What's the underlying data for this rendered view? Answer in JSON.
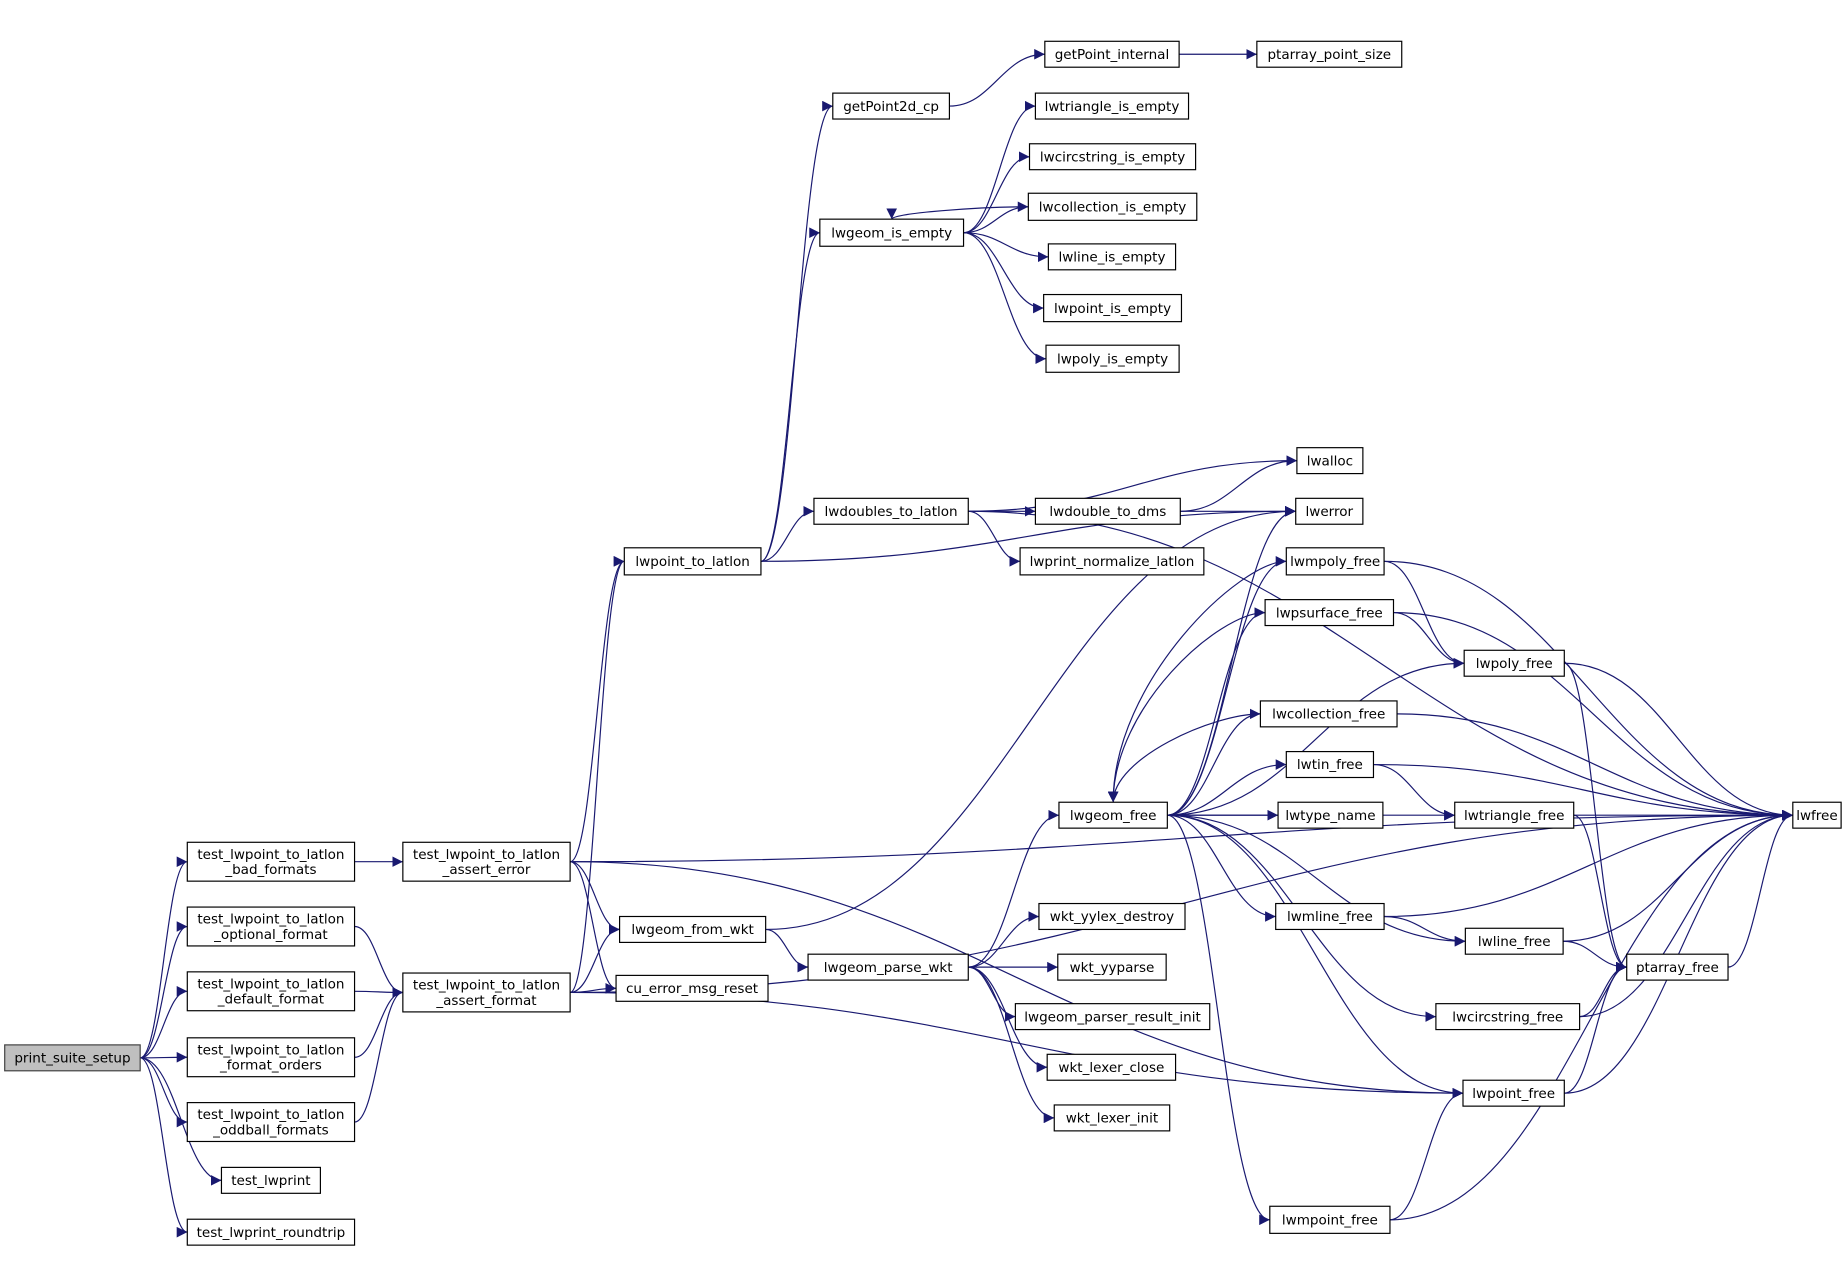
{
  "colors": {
    "edge": "#191970",
    "root_fill": "#bfbfbf",
    "node_fill": "#ffffff"
  },
  "nodes": [
    {
      "id": "print_suite_setup",
      "lines": [
        "print_suite_setup"
      ],
      "root": true
    },
    {
      "id": "bad_formats",
      "lines": [
        "test_lwpoint_to_latlon",
        "_bad_formats"
      ]
    },
    {
      "id": "optional_format",
      "lines": [
        "test_lwpoint_to_latlon",
        "_optional_format"
      ]
    },
    {
      "id": "default_format",
      "lines": [
        "test_lwpoint_to_latlon",
        "_default_format"
      ]
    },
    {
      "id": "format_orders",
      "lines": [
        "test_lwpoint_to_latlon",
        "_format_orders"
      ]
    },
    {
      "id": "oddball_formats",
      "lines": [
        "test_lwpoint_to_latlon",
        "_oddball_formats"
      ]
    },
    {
      "id": "test_lwprint",
      "lines": [
        "test_lwprint"
      ]
    },
    {
      "id": "test_lwprint_roundtrip",
      "lines": [
        "test_lwprint_roundtrip"
      ]
    },
    {
      "id": "assert_error",
      "lines": [
        "test_lwpoint_to_latlon",
        "_assert_error"
      ]
    },
    {
      "id": "assert_format",
      "lines": [
        "test_lwpoint_to_latlon",
        "_assert_format"
      ]
    },
    {
      "id": "lwpoint_to_latlon",
      "lines": [
        "lwpoint_to_latlon"
      ]
    },
    {
      "id": "lwgeom_from_wkt",
      "lines": [
        "lwgeom_from_wkt"
      ]
    },
    {
      "id": "cu_error_msg_reset",
      "lines": [
        "cu_error_msg_reset"
      ]
    },
    {
      "id": "getPoint2d_cp",
      "lines": [
        "getPoint2d_cp"
      ]
    },
    {
      "id": "getPoint_internal",
      "lines": [
        "getPoint_internal"
      ]
    },
    {
      "id": "ptarray_point_size",
      "lines": [
        "ptarray_point_size"
      ]
    },
    {
      "id": "lwtriangle_is_empty",
      "lines": [
        "lwtriangle_is_empty"
      ]
    },
    {
      "id": "lwcircstring_is_empty",
      "lines": [
        "lwcircstring_is_empty"
      ]
    },
    {
      "id": "lwcollection_is_empty",
      "lines": [
        "lwcollection_is_empty"
      ]
    },
    {
      "id": "lwgeom_is_empty",
      "lines": [
        "lwgeom_is_empty"
      ]
    },
    {
      "id": "lwline_is_empty",
      "lines": [
        "lwline_is_empty"
      ]
    },
    {
      "id": "lwpoint_is_empty",
      "lines": [
        "lwpoint_is_empty"
      ]
    },
    {
      "id": "lwpoly_is_empty",
      "lines": [
        "lwpoly_is_empty"
      ]
    },
    {
      "id": "lwdoubles_to_latlon",
      "lines": [
        "lwdoubles_to_latlon"
      ]
    },
    {
      "id": "lwalloc",
      "lines": [
        "lwalloc"
      ]
    },
    {
      "id": "lwdouble_to_dms",
      "lines": [
        "lwdouble_to_dms"
      ]
    },
    {
      "id": "lwerror",
      "lines": [
        "lwerror"
      ]
    },
    {
      "id": "lwprint_normalize_latlon",
      "lines": [
        "lwprint_normalize_latlon"
      ]
    },
    {
      "id": "lwmpoly_free",
      "lines": [
        "lwmpoly_free"
      ]
    },
    {
      "id": "lwpsurface_free",
      "lines": [
        "lwpsurface_free"
      ]
    },
    {
      "id": "lwpoly_free",
      "lines": [
        "lwpoly_free"
      ]
    },
    {
      "id": "lwcollection_free",
      "lines": [
        "lwcollection_free"
      ]
    },
    {
      "id": "lwtin_free",
      "lines": [
        "lwtin_free"
      ]
    },
    {
      "id": "lwgeom_free",
      "lines": [
        "lwgeom_free"
      ]
    },
    {
      "id": "lwtype_name",
      "lines": [
        "lwtype_name"
      ]
    },
    {
      "id": "lwtriangle_free",
      "lines": [
        "lwtriangle_free"
      ]
    },
    {
      "id": "lwfree",
      "lines": [
        "lwfree"
      ]
    },
    {
      "id": "lwmline_free",
      "lines": [
        "lwmline_free"
      ]
    },
    {
      "id": "lwline_free",
      "lines": [
        "lwline_free"
      ]
    },
    {
      "id": "ptarray_free",
      "lines": [
        "ptarray_free"
      ]
    },
    {
      "id": "lwcircstring_free",
      "lines": [
        "lwcircstring_free"
      ]
    },
    {
      "id": "lwpoint_free",
      "lines": [
        "lwpoint_free"
      ]
    },
    {
      "id": "lwmpoint_free",
      "lines": [
        "lwmpoint_free"
      ]
    },
    {
      "id": "lwgeom_parse_wkt",
      "lines": [
        "lwgeom_parse_wkt"
      ]
    },
    {
      "id": "wkt_yylex_destroy",
      "lines": [
        "wkt_yylex_destroy"
      ]
    },
    {
      "id": "wkt_yyparse",
      "lines": [
        "wkt_yyparse"
      ]
    },
    {
      "id": "lwgeom_parser_result_init",
      "lines": [
        "lwgeom_parser_result_init"
      ]
    },
    {
      "id": "wkt_lexer_close",
      "lines": [
        "wkt_lexer_close"
      ]
    },
    {
      "id": "wkt_lexer_init",
      "lines": [
        "wkt_lexer_init"
      ]
    }
  ],
  "edges": [
    [
      "print_suite_setup",
      "bad_formats"
    ],
    [
      "print_suite_setup",
      "optional_format"
    ],
    [
      "print_suite_setup",
      "default_format"
    ],
    [
      "print_suite_setup",
      "format_orders"
    ],
    [
      "print_suite_setup",
      "oddball_formats"
    ],
    [
      "print_suite_setup",
      "test_lwprint"
    ],
    [
      "print_suite_setup",
      "test_lwprint_roundtrip"
    ],
    [
      "bad_formats",
      "assert_error"
    ],
    [
      "optional_format",
      "assert_format"
    ],
    [
      "default_format",
      "assert_format"
    ],
    [
      "format_orders",
      "assert_format"
    ],
    [
      "oddball_formats",
      "assert_format"
    ],
    [
      "assert_error",
      "lwfree"
    ],
    [
      "assert_error",
      "lwpoint_to_latlon"
    ],
    [
      "assert_error",
      "lwgeom_from_wkt"
    ],
    [
      "assert_error",
      "cu_error_msg_reset"
    ],
    [
      "assert_error",
      "lwpoint_free"
    ],
    [
      "assert_format",
      "lwpoint_to_latlon"
    ],
    [
      "assert_format",
      "lwgeom_from_wkt"
    ],
    [
      "assert_format",
      "cu_error_msg_reset"
    ],
    [
      "assert_format",
      "lwpoint_free"
    ],
    [
      "assert_format",
      "lwfree"
    ],
    [
      "lwpoint_to_latlon",
      "getPoint2d_cp"
    ],
    [
      "lwpoint_to_latlon",
      "lwgeom_is_empty"
    ],
    [
      "lwpoint_to_latlon",
      "lwdoubles_to_latlon"
    ],
    [
      "lwpoint_to_latlon",
      "lwerror"
    ],
    [
      "getPoint2d_cp",
      "getPoint_internal"
    ],
    [
      "getPoint_internal",
      "ptarray_point_size"
    ],
    [
      "lwgeom_is_empty",
      "lwtriangle_is_empty"
    ],
    [
      "lwgeom_is_empty",
      "lwcircstring_is_empty"
    ],
    [
      "lwgeom_is_empty",
      "lwcollection_is_empty"
    ],
    [
      "lwgeom_is_empty",
      "lwline_is_empty"
    ],
    [
      "lwgeom_is_empty",
      "lwpoint_is_empty"
    ],
    [
      "lwgeom_is_empty",
      "lwpoly_is_empty"
    ],
    [
      "lwcollection_is_empty",
      "lwgeom_is_empty"
    ],
    [
      "lwdoubles_to_latlon",
      "lwfree"
    ],
    [
      "lwdoubles_to_latlon",
      "lwalloc"
    ],
    [
      "lwdoubles_to_latlon",
      "lwdouble_to_dms"
    ],
    [
      "lwdoubles_to_latlon",
      "lwprint_normalize_latlon"
    ],
    [
      "lwdouble_to_dms",
      "lwalloc"
    ],
    [
      "lwdouble_to_dms",
      "lwerror"
    ],
    [
      "lwgeom_from_wkt",
      "lwerror"
    ],
    [
      "lwgeom_from_wkt",
      "lwgeom_parse_wkt"
    ],
    [
      "lwgeom_parse_wkt",
      "lwgeom_free"
    ],
    [
      "lwgeom_parse_wkt",
      "wkt_yylex_destroy"
    ],
    [
      "lwgeom_parse_wkt",
      "wkt_yyparse"
    ],
    [
      "lwgeom_parse_wkt",
      "lwgeom_parser_result_init"
    ],
    [
      "lwgeom_parse_wkt",
      "wkt_lexer_close"
    ],
    [
      "lwgeom_parse_wkt",
      "wkt_lexer_init"
    ],
    [
      "lwgeom_free",
      "lwerror"
    ],
    [
      "lwgeom_free",
      "lwmpoly_free"
    ],
    [
      "lwgeom_free",
      "lwpsurface_free"
    ],
    [
      "lwgeom_free",
      "lwpoly_free"
    ],
    [
      "lwgeom_free",
      "lwcollection_free"
    ],
    [
      "lwgeom_free",
      "lwtin_free"
    ],
    [
      "lwgeom_free",
      "lwtype_name"
    ],
    [
      "lwgeom_free",
      "lwtriangle_free"
    ],
    [
      "lwgeom_free",
      "lwmline_free"
    ],
    [
      "lwgeom_free",
      "lwline_free"
    ],
    [
      "lwgeom_free",
      "lwcircstring_free"
    ],
    [
      "lwgeom_free",
      "lwpoint_free"
    ],
    [
      "lwgeom_free",
      "lwmpoint_free"
    ],
    [
      "lwmpoly_free",
      "lwgeom_free"
    ],
    [
      "lwpsurface_free",
      "lwgeom_free"
    ],
    [
      "lwcollection_free",
      "lwgeom_free"
    ],
    [
      "lwmpoly_free",
      "lwfree"
    ],
    [
      "lwmpoly_free",
      "lwpoly_free"
    ],
    [
      "lwpsurface_free",
      "lwfree"
    ],
    [
      "lwpsurface_free",
      "lwpoly_free"
    ],
    [
      "lwpoly_free",
      "lwfree"
    ],
    [
      "lwpoly_free",
      "ptarray_free"
    ],
    [
      "lwcollection_free",
      "lwfree"
    ],
    [
      "lwtin_free",
      "lwfree"
    ],
    [
      "lwtin_free",
      "lwtriangle_free"
    ],
    [
      "lwtriangle_free",
      "lwfree"
    ],
    [
      "lwtriangle_free",
      "ptarray_free"
    ],
    [
      "lwmline_free",
      "lwfree"
    ],
    [
      "lwmline_free",
      "lwline_free"
    ],
    [
      "lwline_free",
      "lwfree"
    ],
    [
      "lwline_free",
      "ptarray_free"
    ],
    [
      "ptarray_free",
      "lwfree"
    ],
    [
      "lwcircstring_free",
      "ptarray_free"
    ],
    [
      "lwcircstring_free",
      "lwfree"
    ],
    [
      "lwpoint_free",
      "ptarray_free"
    ],
    [
      "lwpoint_free",
      "lwfree"
    ],
    [
      "lwmpoint_free",
      "lwpoint_free"
    ],
    [
      "lwmpoint_free",
      "lwfree"
    ]
  ]
}
